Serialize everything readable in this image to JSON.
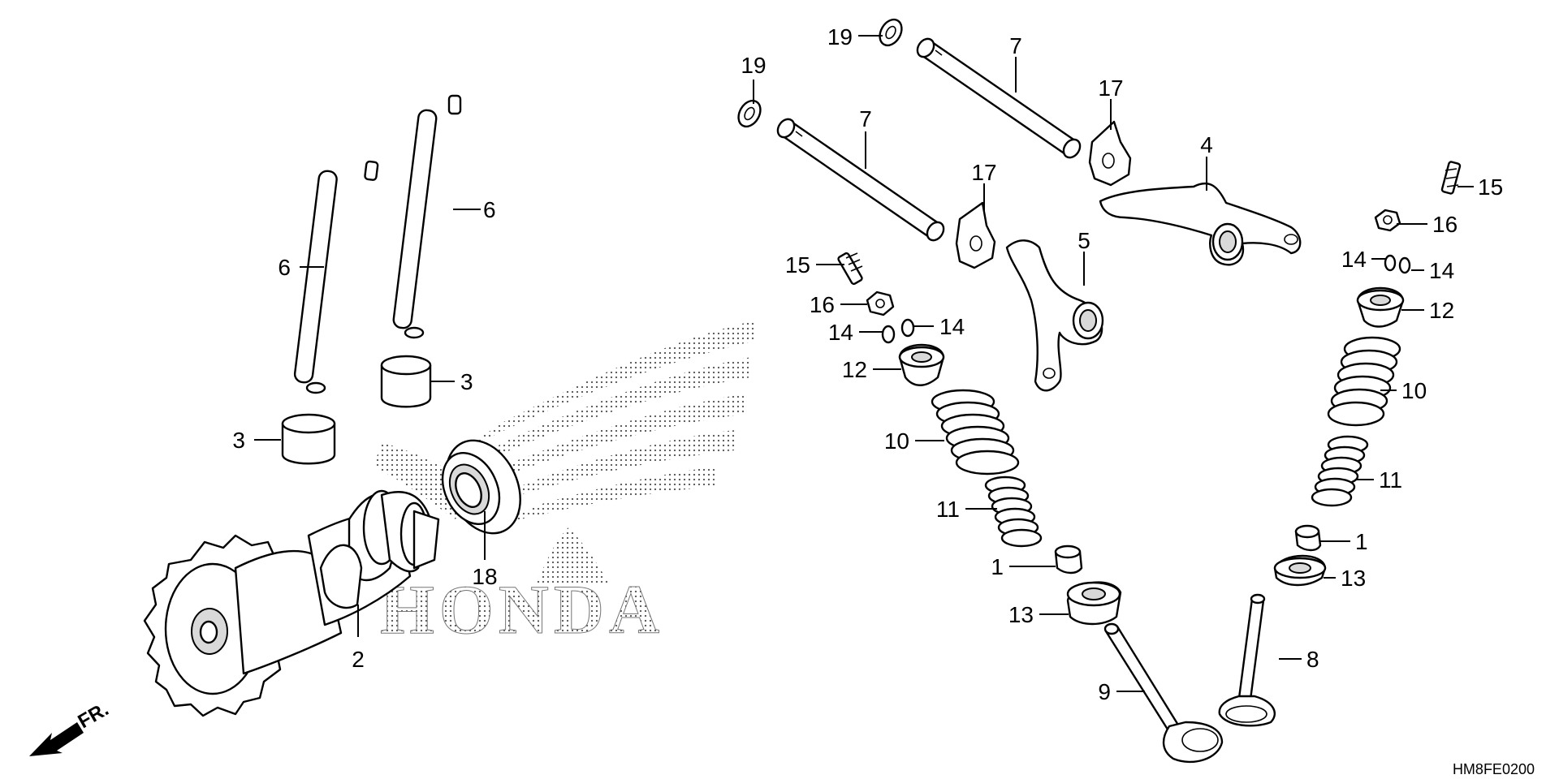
{
  "diagram": {
    "watermark_text": "HONDA",
    "drawing_code": "HM8FE0200",
    "front_marker": "FR.",
    "callouts": [
      {
        "id": "c2",
        "label": "2"
      },
      {
        "id": "c3a",
        "label": "3"
      },
      {
        "id": "c3b",
        "label": "3"
      },
      {
        "id": "c6a",
        "label": "6"
      },
      {
        "id": "c6b",
        "label": "6"
      },
      {
        "id": "c18",
        "label": "18"
      },
      {
        "id": "c19a",
        "label": "19"
      },
      {
        "id": "c19b",
        "label": "19"
      },
      {
        "id": "c7a",
        "label": "7"
      },
      {
        "id": "c7b",
        "label": "7"
      },
      {
        "id": "c17a",
        "label": "17"
      },
      {
        "id": "c17b",
        "label": "17"
      },
      {
        "id": "c4",
        "label": "4"
      },
      {
        "id": "c5",
        "label": "5"
      },
      {
        "id": "c15a",
        "label": "15"
      },
      {
        "id": "c16a",
        "label": "16"
      },
      {
        "id": "c14a",
        "label": "14"
      },
      {
        "id": "c14b",
        "label": "14"
      },
      {
        "id": "c12a",
        "label": "12"
      },
      {
        "id": "c10a",
        "label": "10"
      },
      {
        "id": "c11a",
        "label": "11"
      },
      {
        "id": "c1a",
        "label": "1"
      },
      {
        "id": "c13a",
        "label": "13"
      },
      {
        "id": "c9",
        "label": "9"
      },
      {
        "id": "c15b",
        "label": "15"
      },
      {
        "id": "c16b",
        "label": "16"
      },
      {
        "id": "c14c",
        "label": "14"
      },
      {
        "id": "c14d",
        "label": "14"
      },
      {
        "id": "c12b",
        "label": "12"
      },
      {
        "id": "c10b",
        "label": "10"
      },
      {
        "id": "c11b",
        "label": "11"
      },
      {
        "id": "c1b",
        "label": "1"
      },
      {
        "id": "c13b",
        "label": "13"
      },
      {
        "id": "c8",
        "label": "8"
      }
    ]
  }
}
